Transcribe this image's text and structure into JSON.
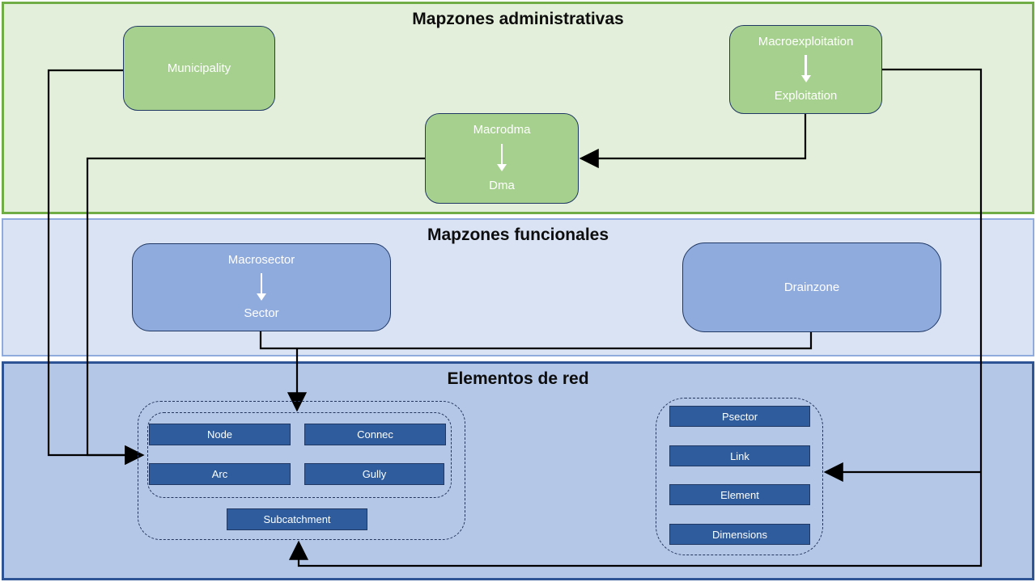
{
  "bands": {
    "administrative": {
      "title": "Mapzones administrativas"
    },
    "functional": {
      "title": "Mapzones funcionales"
    },
    "network": {
      "title": "Elementos de red"
    }
  },
  "nodes": {
    "municipality": {
      "label": "Municipality"
    },
    "macroexploitation": {
      "top": "Macroexploitation",
      "bottom": "Exploitation"
    },
    "macrodma": {
      "top": "Macrodma",
      "bottom": "Dma"
    },
    "macrosector": {
      "top": "Macrosector",
      "bottom": "Sector"
    },
    "drainzone": {
      "label": "Drainzone"
    }
  },
  "groups": {
    "left": {
      "buttons": [
        "Node",
        "Connec",
        "Arc",
        "Gully",
        "Subcatchment"
      ]
    },
    "right": {
      "buttons": [
        "Psector",
        "Link",
        "Element",
        "Dimensions"
      ]
    }
  },
  "connectors": [
    {
      "from": "municipality",
      "to": "network-left-group"
    },
    {
      "from": "macrodma",
      "to": "network-left-group"
    },
    {
      "from": "exploitation",
      "to": "macrodma"
    },
    {
      "from": "macroexploitation",
      "to": "network-right-group"
    },
    {
      "from": "macroexploitation",
      "to": "network-left-group-bottom"
    },
    {
      "from": "sector-and-drainzone",
      "to": "network-left-group-top"
    }
  ],
  "colors": {
    "band_admin_bg": "#e3efda",
    "band_admin_border": "#70ad47",
    "band_func_bg": "#dae3f3",
    "band_func_border": "#8faadc",
    "band_net_bg": "#b4c7e7",
    "band_net_border": "#2f5496",
    "green_node": "#a6d08e",
    "blue_node": "#8faadc",
    "button": "#2e5c9c",
    "node_border": "#1f3864",
    "connector": "#000000",
    "text_on_node": "#ffffff"
  }
}
